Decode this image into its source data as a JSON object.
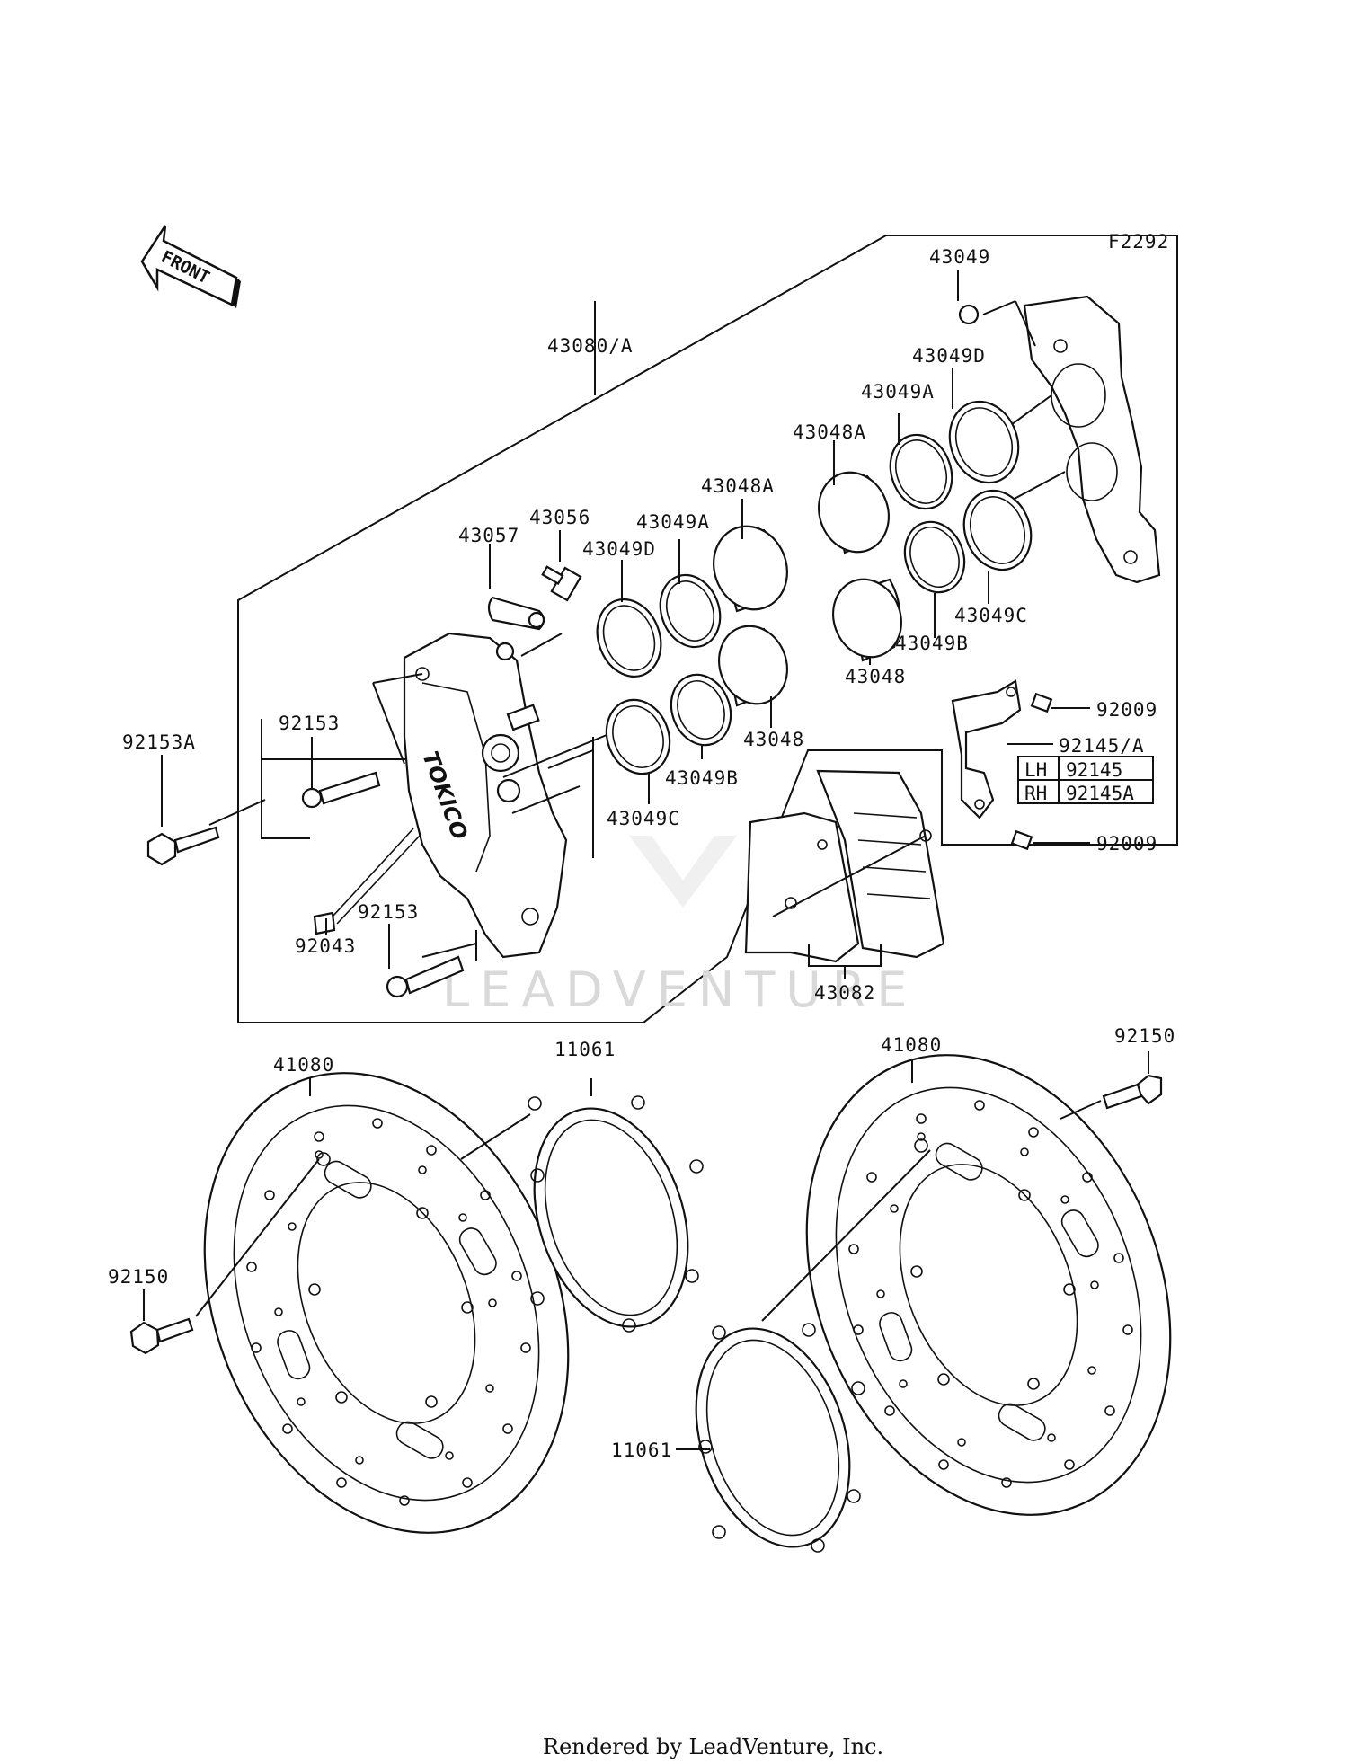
{
  "diagram_code": "F2292",
  "front_arrow_text": "FRONT",
  "watermark_text": "LEADVENTURE",
  "footer_text": "Rendered by LeadVenture, Inc.",
  "labels": {
    "p43080A": "43080/A",
    "p43049": "43049",
    "p43049D_r": "43049D",
    "p43049A_r": "43049A",
    "p43048A_r": "43048A",
    "p43048A_l": "43048A",
    "p43049A_l": "43049A",
    "p43056": "43056",
    "p43057": "43057",
    "p43049D_l": "43049D",
    "p43049C_r": "43049C",
    "p43049B_r": "43049B",
    "p43048_r": "43048",
    "p92009_top": "92009",
    "p92145A": "92145/A",
    "p92009_bot": "92009",
    "p92153A": "92153A",
    "p92153_top": "92153",
    "p43048_l": "43048",
    "p43049B_l": "43049B",
    "p43049C_l": "43049C",
    "p92043": "92043",
    "p92153_bot": "92153",
    "p43082": "43082",
    "p41080_l": "41080",
    "p11061_top": "11061",
    "p41080_r": "41080",
    "p92150_r": "92150",
    "p92150_l": "92150",
    "p11061_bot": "11061"
  },
  "bracket_table": {
    "rows": [
      {
        "side": "LH",
        "part": "92145"
      },
      {
        "side": "RH",
        "part": "92145A"
      }
    ]
  }
}
